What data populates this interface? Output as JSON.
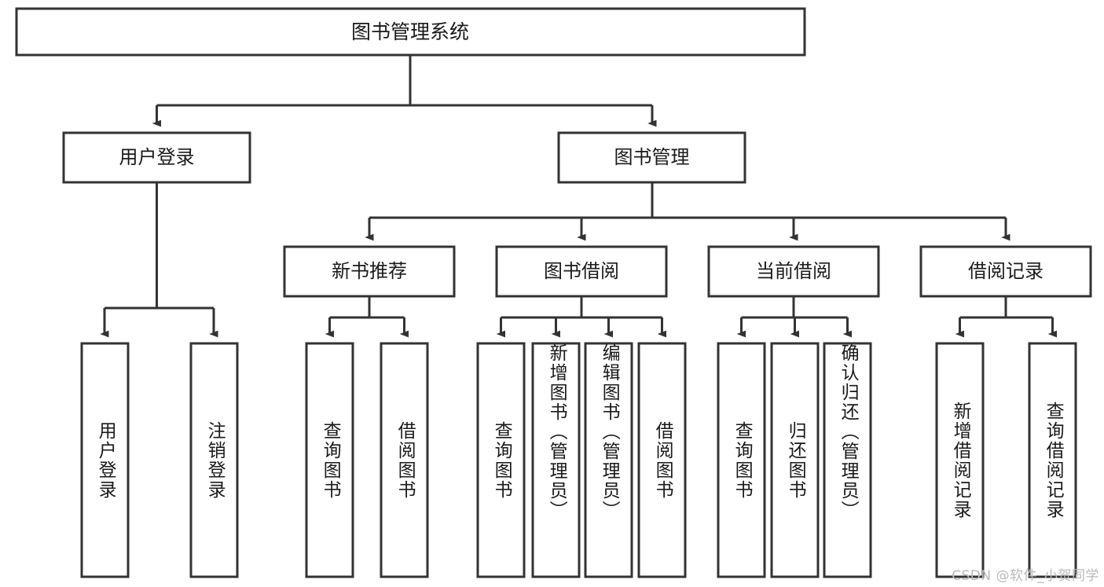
{
  "diagram": {
    "type": "tree",
    "title": "图书管理系统",
    "root": {
      "id": "root",
      "label": "图书管理系统",
      "orientation": "horizontal"
    },
    "level2": [
      {
        "id": "user-login",
        "label": "用户登录",
        "orientation": "horizontal"
      },
      {
        "id": "book-manage",
        "label": "图书管理",
        "orientation": "horizontal"
      }
    ],
    "level3": [
      {
        "id": "new-book-recommend",
        "label": "新书推荐",
        "parent": "book-manage",
        "orientation": "horizontal"
      },
      {
        "id": "book-borrow",
        "label": "图书借阅",
        "parent": "book-manage",
        "orientation": "horizontal"
      },
      {
        "id": "current-borrow",
        "label": "当前借阅",
        "parent": "book-manage",
        "orientation": "horizontal"
      },
      {
        "id": "borrow-record",
        "label": "借阅记录",
        "parent": "book-manage",
        "orientation": "horizontal"
      }
    ],
    "leaves": [
      {
        "id": "leaf-user-login",
        "label": "用户登录",
        "parent": "user-login",
        "orientation": "vertical"
      },
      {
        "id": "leaf-logout-login",
        "label": "注销登录",
        "parent": "user-login",
        "orientation": "vertical"
      },
      {
        "id": "leaf-query-book-1",
        "label": "查询图书",
        "parent": "new-book-recommend",
        "orientation": "vertical"
      },
      {
        "id": "leaf-borrow-book-1",
        "label": "借阅图书",
        "parent": "new-book-recommend",
        "orientation": "vertical"
      },
      {
        "id": "leaf-query-book-2",
        "label": "查询图书",
        "parent": "book-borrow",
        "orientation": "vertical"
      },
      {
        "id": "leaf-add-book",
        "label": "新增图书（管理员）",
        "parent": "book-borrow",
        "orientation": "vertical"
      },
      {
        "id": "leaf-edit-book",
        "label": "编辑图书（管理员）",
        "parent": "book-borrow",
        "orientation": "vertical"
      },
      {
        "id": "leaf-borrow-book-2",
        "label": "借阅图书",
        "parent": "book-borrow",
        "orientation": "vertical"
      },
      {
        "id": "leaf-query-book-3",
        "label": "查询图书",
        "parent": "current-borrow",
        "orientation": "vertical"
      },
      {
        "id": "leaf-return-book",
        "label": "归还图书",
        "parent": "current-borrow",
        "orientation": "vertical"
      },
      {
        "id": "leaf-confirm-return",
        "label": "确认归还（管理员）",
        "parent": "current-borrow",
        "orientation": "vertical"
      },
      {
        "id": "leaf-add-record",
        "label": "新增借阅记录",
        "parent": "borrow-record",
        "orientation": "vertical"
      },
      {
        "id": "leaf-query-record",
        "label": "查询借阅记录",
        "parent": "borrow-record",
        "orientation": "vertical"
      }
    ],
    "colors": {
      "box_fill": "#ffffff",
      "box_stroke": "#333333",
      "connector": "#333333",
      "text": "#1a1a1a",
      "background": "#ffffff",
      "watermark": "#b9b9b9"
    }
  },
  "watermark": {
    "text": "CSDN @软件_小贺同学"
  }
}
